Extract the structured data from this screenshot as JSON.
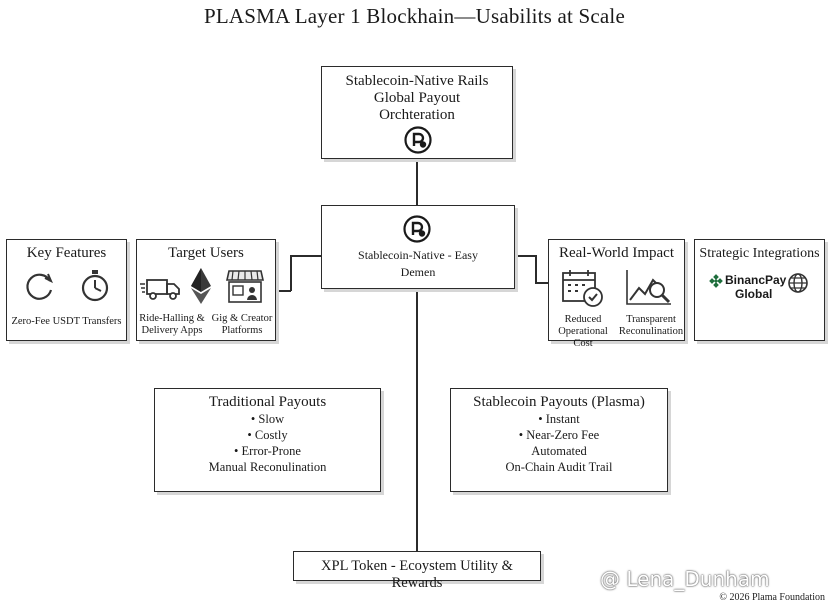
{
  "title": "PLASMA Layer 1 Blockhain—Usabilits at Scale",
  "top_box": {
    "lines": [
      "Stablecoin-Native Rails",
      "Global Payout",
      "Orchteration"
    ],
    "icon": "plasma-logo-icon"
  },
  "center_box": {
    "lines": [
      "Stablecoin-Native - Easy",
      "Demen"
    ],
    "icon": "plasma-logo-icon"
  },
  "key_features": {
    "heading": "Key Features",
    "caption": "Zero-Fee USDT Transfers",
    "icons": [
      "refresh-icon",
      "stopwatch-icon"
    ]
  },
  "target_users": {
    "heading": "Target Users",
    "items": [
      {
        "label_1": "Ride-Halling &",
        "label_2": "Delivery Apps",
        "icons": [
          "delivery-truck-icon",
          "ethereum-icon"
        ]
      },
      {
        "label_1": "Gig & Creator",
        "label_2": "Platforms",
        "icons": [
          "storefront-icon"
        ]
      }
    ]
  },
  "real_world_impact": {
    "heading": "Real-World Impact",
    "items": [
      {
        "label_1": "Reduced",
        "label_2": "Operational Cost",
        "icon": "calendar-check-icon"
      },
      {
        "label_1": "Transparent",
        "label_2": "Reconulination",
        "icon": "chart-magnifier-icon"
      }
    ]
  },
  "strategic_integrations": {
    "heading": "Strategic Integrations",
    "brand_1": "BinancPay",
    "brand_2": "Global",
    "icons": [
      "binance-logo-icon",
      "globe-icon"
    ],
    "brand_color": "#1e6e3c"
  },
  "traditional_payouts": {
    "heading": "Traditional Payouts",
    "lines": [
      "• Slow",
      "• Costly",
      "• Error-Prone",
      "Manual Reconulination"
    ]
  },
  "stablecoin_payouts": {
    "heading": "Stablecoin Payouts (Plasma)",
    "lines": [
      "• Instant",
      "• Near-Zero Fee",
      "Automated",
      "On-Chain Audit Trail"
    ]
  },
  "bottom_box": {
    "label": "XPL Token - Ecoystem Utility & Rewards"
  },
  "watermark": "@ Lena_Dunham",
  "copyright": "© 2026 Plama Foundation"
}
